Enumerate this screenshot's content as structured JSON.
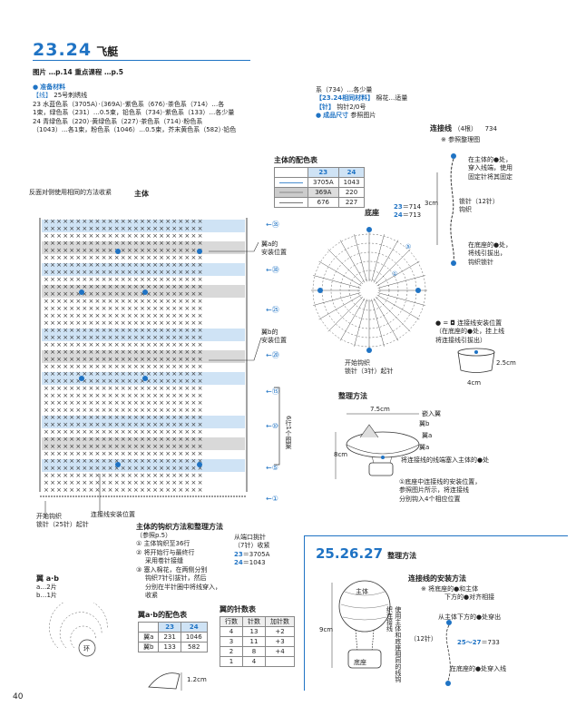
{
  "header": {
    "number": "23.24",
    "name": "飞艇",
    "ref": "图片 …p.14  重点课程 …p.5"
  },
  "materials": {
    "title": "准备材料",
    "yarn_label": "【线】",
    "yarn_type": "25号刺绣线",
    "line23": "23  水蓝色系（3705A）·（369A）·紫色系（676）·茶色系（714）…各",
    "line23b": "1束，绿色系（231）…0.5束，铅色系（734）·紫色系（133）…各少量",
    "line24": "24  青绿色系（220）·黄绿色系（227）·茶色系（714）·粉色系",
    "line24b": "（1043）…各1束，粉色系（1046）…0.5束，芥末黄色系（582）·铅色",
    "col2_l1": "系（734）…各少量",
    "col2_l2_label": "【23.24相同材料】",
    "col2_l2": "棉花…适量",
    "needle_label": "【针】",
    "needle": "钩针2/0号",
    "size_label": "成品尺寸",
    "size": "参照图片"
  },
  "main_color_table": {
    "title": "主体的配色表",
    "cols": [
      "23",
      "24"
    ],
    "rows": [
      [
        "3705A",
        "1043"
      ],
      [
        "369A",
        "220"
      ],
      [
        "676",
        "227"
      ]
    ]
  },
  "main_chart": {
    "title": "主体",
    "top_note": "反面对侧使用相同的方法收紧",
    "start_note1": "开始钩织",
    "start_note2": "锁针（25针）起针",
    "line_pos": "连接线安装位置",
    "wing_a": "翼a的",
    "wing_a2": "安装位置",
    "wing_b": "翼b的",
    "wing_b2": "安装位置",
    "repeat": "6行1个图案",
    "rows": [
      "㉟",
      "㉚",
      "㉕",
      "⑳",
      "⑮",
      "⑩",
      "⑤",
      "①"
    ],
    "from_end1": "从端口挑针",
    "from_end2": "（7针）收紧",
    "from_c23": "23",
    "from_v23": "＝3705A",
    "from_c24": "24",
    "from_v24": "＝1043"
  },
  "bottom": {
    "title": "底座",
    "c23": "23",
    "v23": "＝714",
    "c24": "24",
    "v24": "＝713",
    "start1": "开始钩织",
    "start2": "锁针（3针）起针",
    "circle": "⑤",
    "circle2": "①"
  },
  "connect": {
    "title": "连接线",
    "count": "（4根）",
    "code": "734",
    "ref": "※ 参照整理图",
    "n1": "在主体的●处，",
    "n2": "穿入线端，使用",
    "n3": "固定针将其固定",
    "chain1": "锁针（12针）",
    "chain2": "钩织",
    "cm": "3cm",
    "b1": "在底座的●处，",
    "b2": "将线引拔出，",
    "b3": "钩织锁针"
  },
  "pos_note": {
    "l1": "● = ◘ 连接线安装位置",
    "l2": "（在底座的●处，挂上线",
    "l3": "将连接线引拔出）",
    "h": "2.5cm",
    "w": "4cm"
  },
  "assembly": {
    "title": "整理方法",
    "w": "7.5cm",
    "h": "8cm",
    "stuff": "嵌入翼",
    "wb": "翼b",
    "wa": "翼a",
    "wa2": "翼a",
    "connect": "将连接线的线端塞入主体的●处",
    "b1": "①底座中连接线的安装位置，",
    "b2": "参照图片所示，将连接线",
    "b3": "分别钩入4个相应位置"
  },
  "method": {
    "title": "主体的钩织方法和整理方法",
    "ref": "（参照p.5）",
    "s1": "① 主体钩织至36行",
    "s2": "② 将开始行与最终行",
    "s2b": "采用卷针接缝",
    "s3": "③ 塞入棉花，在两侧分别",
    "s3b": "钩织7针引拔针，然后",
    "s3c": "分别在半针圈中将线穿入，",
    "s3d": "收紧"
  },
  "wing": {
    "title": "翼 a·b",
    "a": "a…2片",
    "b": "b…1片",
    "ring": "环"
  },
  "wing_color_table": {
    "title": "翼a·b的配色表",
    "cols": [
      "23",
      "24"
    ],
    "rows": [
      [
        "翼a",
        "231",
        "1046"
      ],
      [
        "翼b",
        "133",
        "582"
      ]
    ]
  },
  "wing_count_table": {
    "title": "翼的针数表",
    "cols": [
      "行数",
      "针数",
      "加针数"
    ],
    "rows": [
      [
        "4",
        "13",
        "+2"
      ],
      [
        "3",
        "11",
        "+3"
      ],
      [
        "2",
        "8",
        "+4"
      ],
      [
        "1",
        "4",
        ""
      ]
    ]
  },
  "wing_size": "1.2cm",
  "section2": {
    "num": "25.26.27",
    "title": "整理方法",
    "sub": "连接线的安装方法",
    "n1": "※ 将底座的●和主体",
    "n2": "下方的●对齐相接",
    "main": "主体",
    "base": "底座",
    "h": "9cm",
    "v1": "使用主体和底座",
    "v2": "相同的线钩织",
    "v3": "连接线",
    "chain": "（12针）",
    "r1": "从主体下方的●处穿出",
    "r2_c": "25～27",
    "r2_v": "＝733",
    "r3": "在底座的●处穿入线"
  },
  "page_number": "40"
}
